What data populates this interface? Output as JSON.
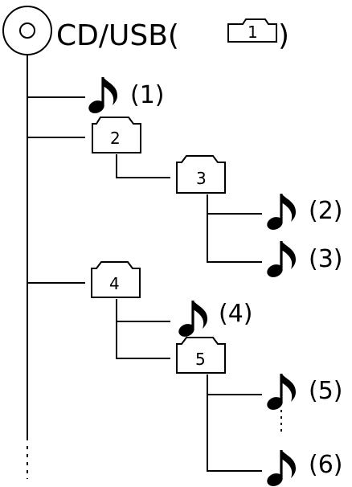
{
  "title": {
    "root_label": "CD/USB(",
    "root_folder_number": "1",
    "close_paren": ")"
  },
  "tracks": [
    {
      "id": "track-1",
      "label": "(1)"
    },
    {
      "id": "track-2",
      "label": "(2)"
    },
    {
      "id": "track-3",
      "label": "(3)"
    },
    {
      "id": "track-4",
      "label": "(4)"
    },
    {
      "id": "track-5",
      "label": "(5)"
    },
    {
      "id": "track-6",
      "label": "(6)"
    }
  ],
  "folders": [
    {
      "id": "folder-2",
      "number": "2"
    },
    {
      "id": "folder-3",
      "number": "3"
    },
    {
      "id": "folder-4",
      "number": "4"
    },
    {
      "id": "folder-5",
      "number": "5"
    }
  ],
  "icons": {
    "disc": "disc-icon",
    "folder": "folder-icon",
    "note": "music-note-icon"
  },
  "colors": {
    "stroke": "#000000",
    "background": "#ffffff"
  }
}
